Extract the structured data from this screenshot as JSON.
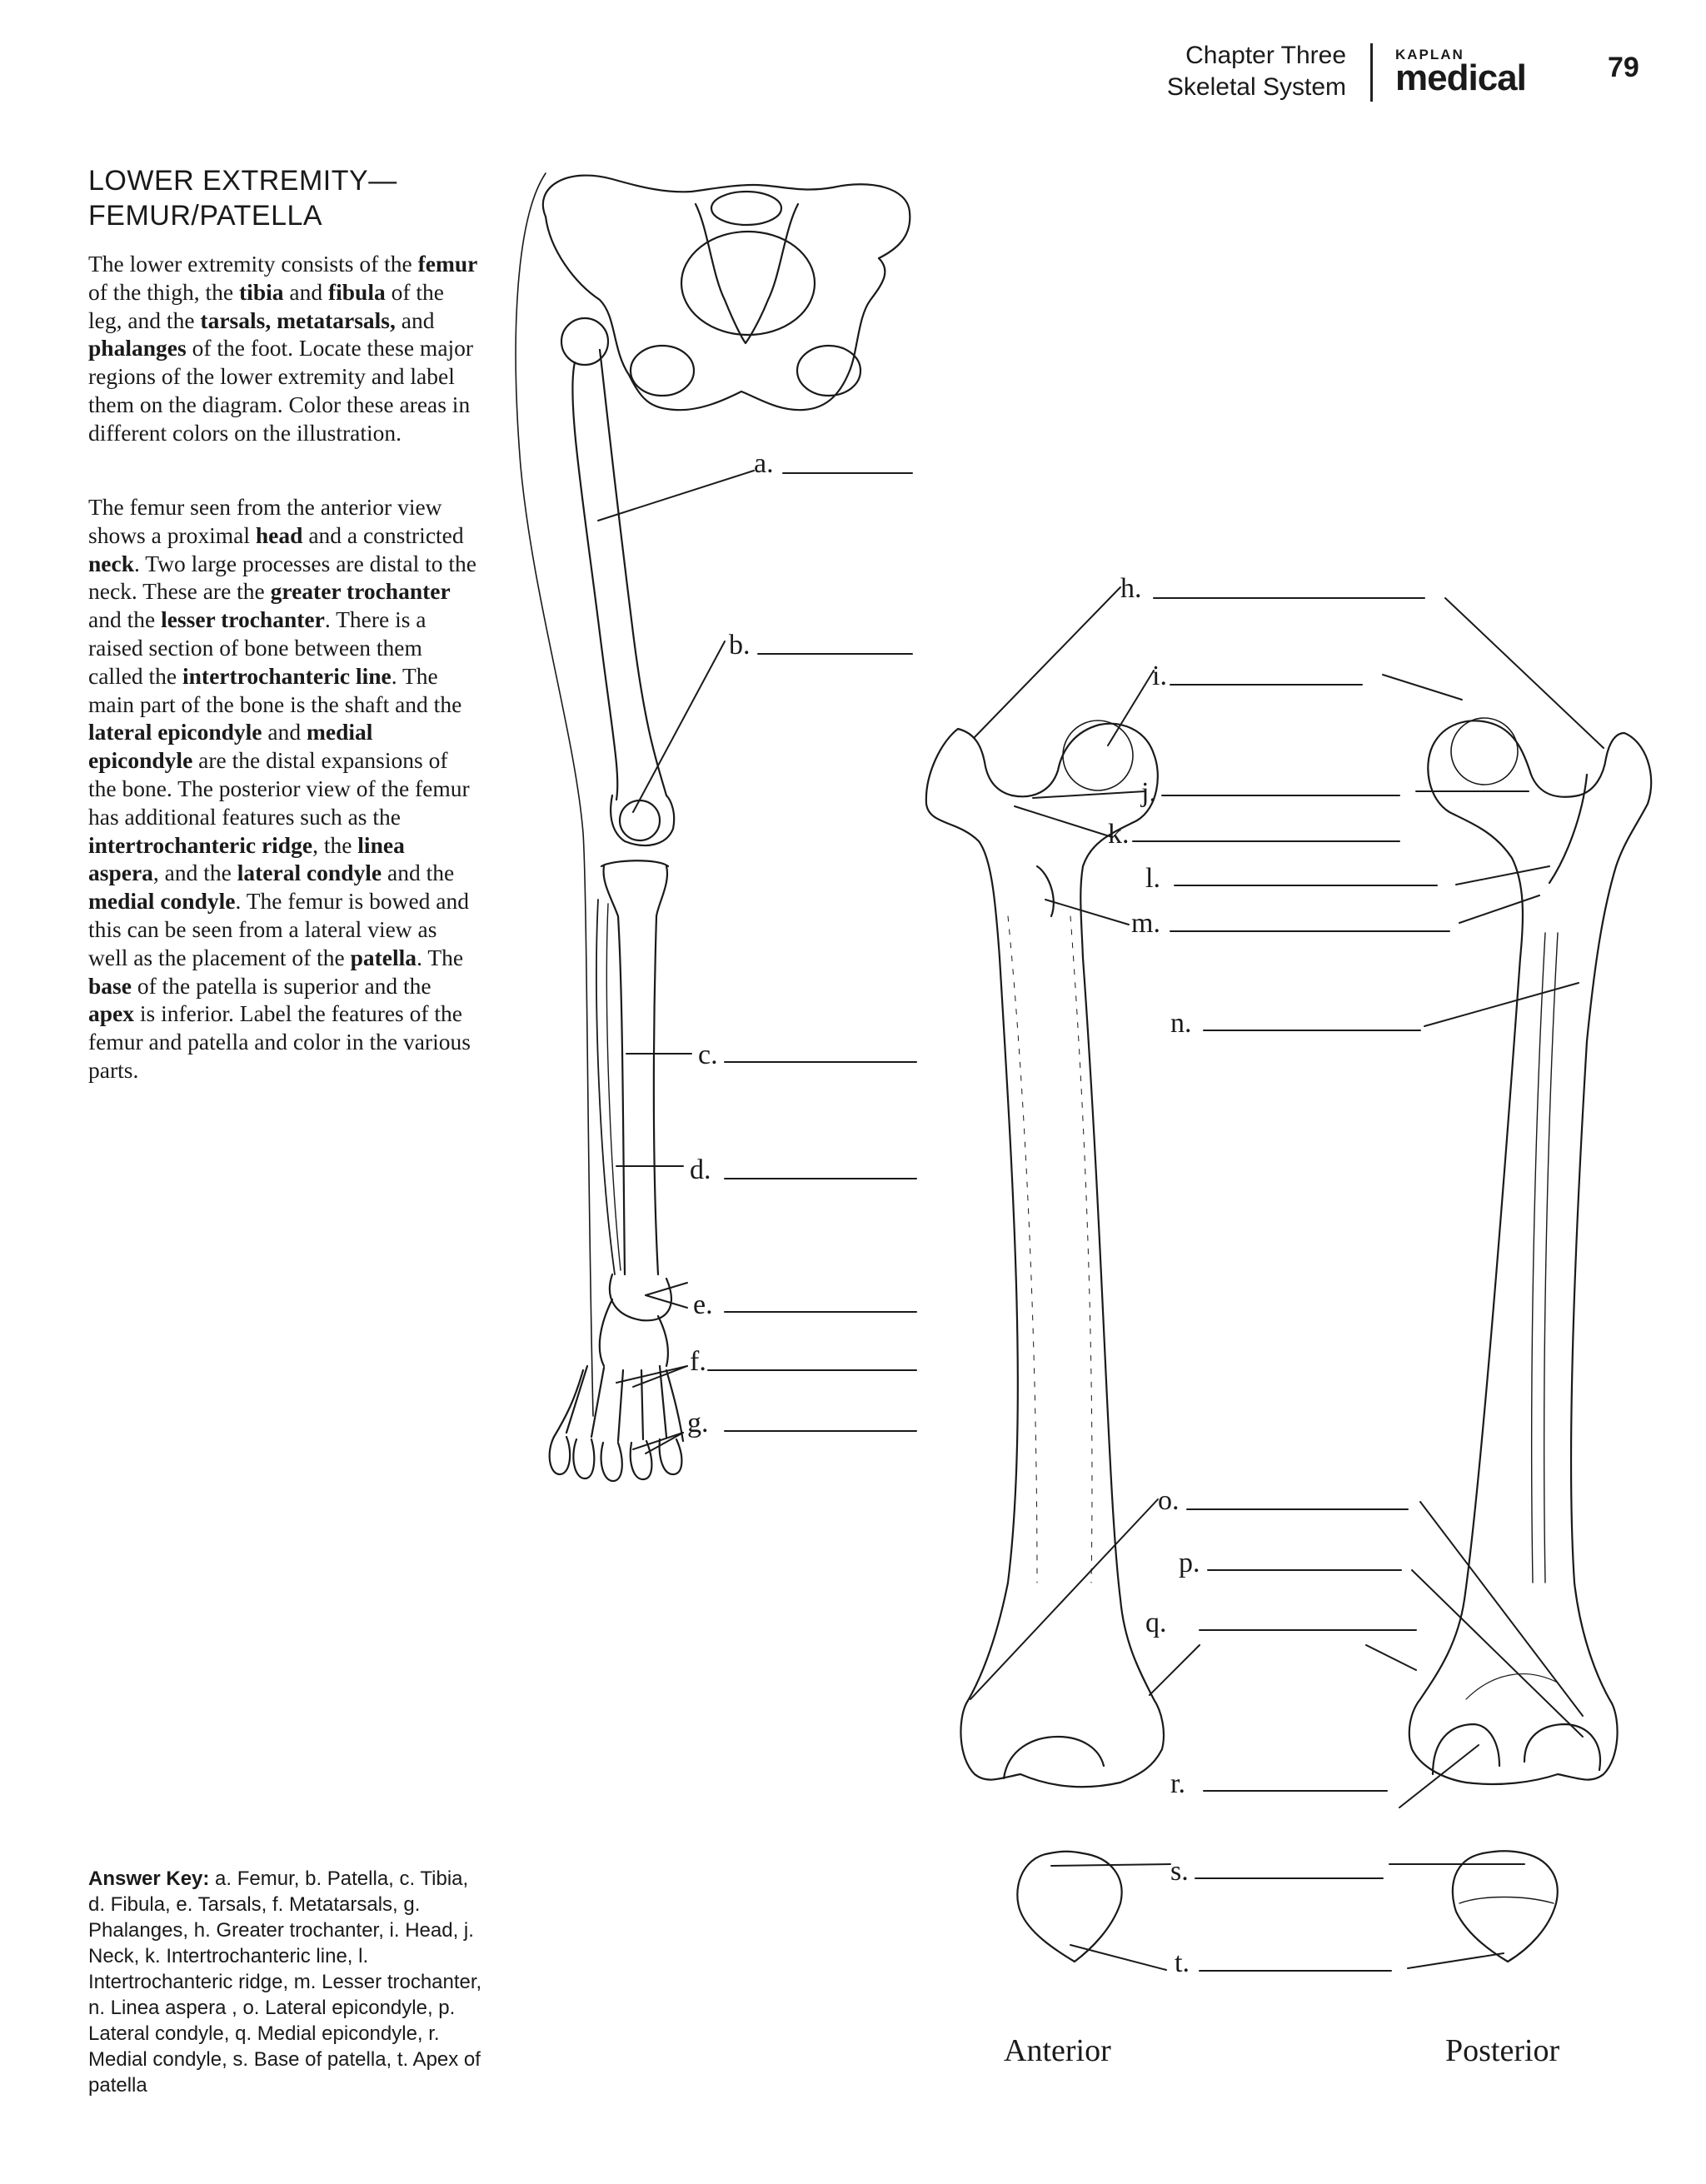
{
  "header": {
    "chapter": "Chapter Three",
    "section": "Skeletal System",
    "brand_top": "KAPLAN",
    "brand_main": "medical",
    "page_number": "79"
  },
  "title": {
    "line1": "LOWER EXTREMITY—",
    "line2": "FEMUR/PATELLA"
  },
  "paragraph1": [
    {
      "t": "The lower extremity consists of the "
    },
    {
      "t": "femur",
      "b": true
    },
    {
      "t": " of the thigh, the "
    },
    {
      "t": "tibia",
      "b": true
    },
    {
      "t": " and "
    },
    {
      "t": "fibula",
      "b": true
    },
    {
      "t": " of the leg, and the "
    },
    {
      "t": "tarsals,",
      "b": true
    },
    {
      "t": " "
    },
    {
      "t": "metatarsals,",
      "b": true
    },
    {
      "t": " and "
    },
    {
      "t": "phalanges",
      "b": true
    },
    {
      "t": " of the foot. Locate these major regions of the lower extremity and label them on the diagram. Color these areas in different colors on the illustration."
    }
  ],
  "paragraph2": [
    {
      "t": "The femur seen from the anterior view shows a proximal "
    },
    {
      "t": "head",
      "b": true
    },
    {
      "t": " and a constricted "
    },
    {
      "t": "neck",
      "b": true
    },
    {
      "t": ". Two large processes are distal to the neck. These are the "
    },
    {
      "t": "greater trochanter",
      "b": true
    },
    {
      "t": " and the "
    },
    {
      "t": "lesser trochanter",
      "b": true
    },
    {
      "t": ". There is a raised section of bone between them called the "
    },
    {
      "t": "intertrochanteric line",
      "b": true
    },
    {
      "t": ". The main part of the bone is the shaft and the "
    },
    {
      "t": "lateral epicondyle",
      "b": true
    },
    {
      "t": " and "
    },
    {
      "t": "medial epicondyle",
      "b": true
    },
    {
      "t": " are the distal expansions of the bone. The posterior view of the femur has additional features such as the "
    },
    {
      "t": "intertrochanteric ridge",
      "b": true
    },
    {
      "t": ", the "
    },
    {
      "t": "linea aspera",
      "b": true
    },
    {
      "t": ", and the "
    },
    {
      "t": "lateral condyle",
      "b": true
    },
    {
      "t": " and the "
    },
    {
      "t": "medial condyle",
      "b": true
    },
    {
      "t": ". The femur is bowed and this can be seen from a lateral view as well as the placement of the "
    },
    {
      "t": "patella",
      "b": true
    },
    {
      "t": ". The "
    },
    {
      "t": "base",
      "b": true
    },
    {
      "t": " of the patella is superior and the "
    },
    {
      "t": "apex",
      "b": true
    },
    {
      "t": " is inferior. Label the features of the femur and patella and color in the various parts."
    }
  ],
  "answer_key": {
    "label": "Answer Key:",
    "text": " a. Femur, b. Patella, c. Tibia, d. Fibula, e. Tarsals, f. Metatarsals, g. Phalanges, h. Greater trochanter, i. Head, j. Neck, k. Intertrochanteric line, l. Intertrochanteric ridge, m. Lesser trochanter, n. Linea aspera , o. Lateral epicondyle, p. Lateral condyle, q. Medial epicondyle, r. Medial condyle, s. Base of patella, t. Apex of patella"
  },
  "labels": {
    "a": "a.",
    "b": "b.",
    "c": "c.",
    "d": "d.",
    "e": "e.",
    "f": "f.",
    "g": "g.",
    "h": "h.",
    "i": "i.",
    "j": "j.",
    "k": "k.",
    "l": "l.",
    "m": "m.",
    "n": "n.",
    "o": "o.",
    "p": "p.",
    "q": "q.",
    "r": "r.",
    "s": "s.",
    "t": "t."
  },
  "captions": {
    "anterior": "Anterior",
    "posterior": "Posterior"
  }
}
